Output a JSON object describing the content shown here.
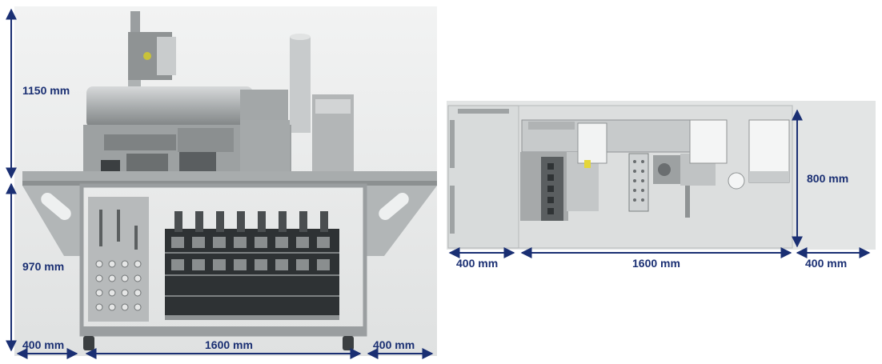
{
  "front_view": {
    "height_upper": "1150 mm",
    "height_lower": "970 mm",
    "width_left": "400 mm",
    "width_main": "1600 mm",
    "width_right": "400 mm"
  },
  "top_view": {
    "depth": "800 mm",
    "width_left": "400 mm",
    "width_main": "1600 mm",
    "width_right": "400 mm"
  },
  "colors": {
    "dimension": "#1a2f73",
    "background_panel": "#e6e8e8",
    "frame": "#9fa3a4",
    "metal": "#b9bcbd",
    "dark_part": "#3b3f41"
  }
}
